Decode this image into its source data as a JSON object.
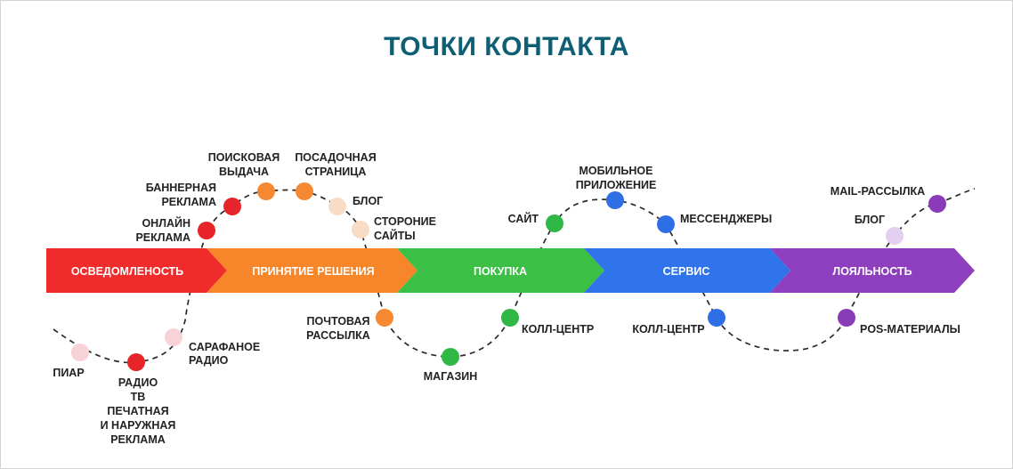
{
  "title": "ТОЧКИ КОНТАКТА",
  "stages": [
    {
      "label": "ОСВЕДОМЛЕНОСТЬ",
      "color": "#f02b2b"
    },
    {
      "label": "ПРИНЯТИЕ РЕШЕНИЯ",
      "color": "#f7862b"
    },
    {
      "label": "ПОКУПКА",
      "color": "#3bbf45"
    },
    {
      "label": "СЕРВИС",
      "color": "#2f74ea"
    },
    {
      "label": "ЛОЯЛЬНОСТЬ",
      "color": "#8e3fbd"
    }
  ],
  "touchpoints": {
    "piar": {
      "lines": [
        "ПИАР"
      ],
      "color": "#f7d2d6"
    },
    "radio_tv": {
      "lines": [
        "РАДИО",
        "ТВ",
        "ПЕЧАТНАЯ",
        "И НАРУЖНАЯ",
        "РЕКЛАМА"
      ],
      "color": "#e8242b"
    },
    "sarafan": {
      "lines": [
        "САРАФАНОЕ",
        "РАДИО"
      ],
      "color": "#f7d2d6"
    },
    "online_ads": {
      "lines": [
        "ОНЛАЙН",
        "РЕКЛАМА"
      ],
      "color": "#e8242b"
    },
    "banner_ads": {
      "lines": [
        "БАННЕРНАЯ",
        "РЕКЛАМА"
      ],
      "color": "#e8242b"
    },
    "search": {
      "lines": [
        "ПОИСКОВАЯ",
        "ВЫДАЧА"
      ],
      "color": "#f58830"
    },
    "landing": {
      "lines": [
        "ПОСАДОЧНАЯ",
        "СТРАНИЦА"
      ],
      "color": "#f58830"
    },
    "blog1": {
      "lines": [
        "БЛОГ"
      ],
      "color": "#f9dcc6"
    },
    "third_party": {
      "lines": [
        "СТОРОНИЕ",
        "САЙТЫ"
      ],
      "color": "#f9dcc6"
    },
    "mailing": {
      "lines": [
        "ПОЧТОВАЯ",
        "РАССЫЛКА"
      ],
      "color": "#f58830"
    },
    "shop": {
      "lines": [
        "МАГАЗИН"
      ],
      "color": "#2fb846"
    },
    "callcenter1": {
      "lines": [
        "КОЛЛ-ЦЕНТР"
      ],
      "color": "#2fb846"
    },
    "site": {
      "lines": [
        "САЙТ"
      ],
      "color": "#2fb846"
    },
    "mobile_app": {
      "lines": [
        "МОБИЛЬНОЕ",
        "ПРИЛОЖЕНИЕ"
      ],
      "color": "#2f6fe6"
    },
    "messengers": {
      "lines": [
        "МЕССЕНДЖЕРЫ"
      ],
      "color": "#2f6fe6"
    },
    "callcenter2": {
      "lines": [
        "КОЛЛ-ЦЕНТР"
      ],
      "color": "#2f6fe6"
    },
    "pos": {
      "lines": [
        "POS-МАТЕРИАЛЫ"
      ],
      "color": "#8a3cb8"
    },
    "blog2": {
      "lines": [
        "БЛОГ"
      ],
      "color": "#e3cff0"
    },
    "mail_newsletter": {
      "lines": [
        "MAIL-РАССЫЛКА"
      ],
      "color": "#8a3cb8"
    }
  }
}
